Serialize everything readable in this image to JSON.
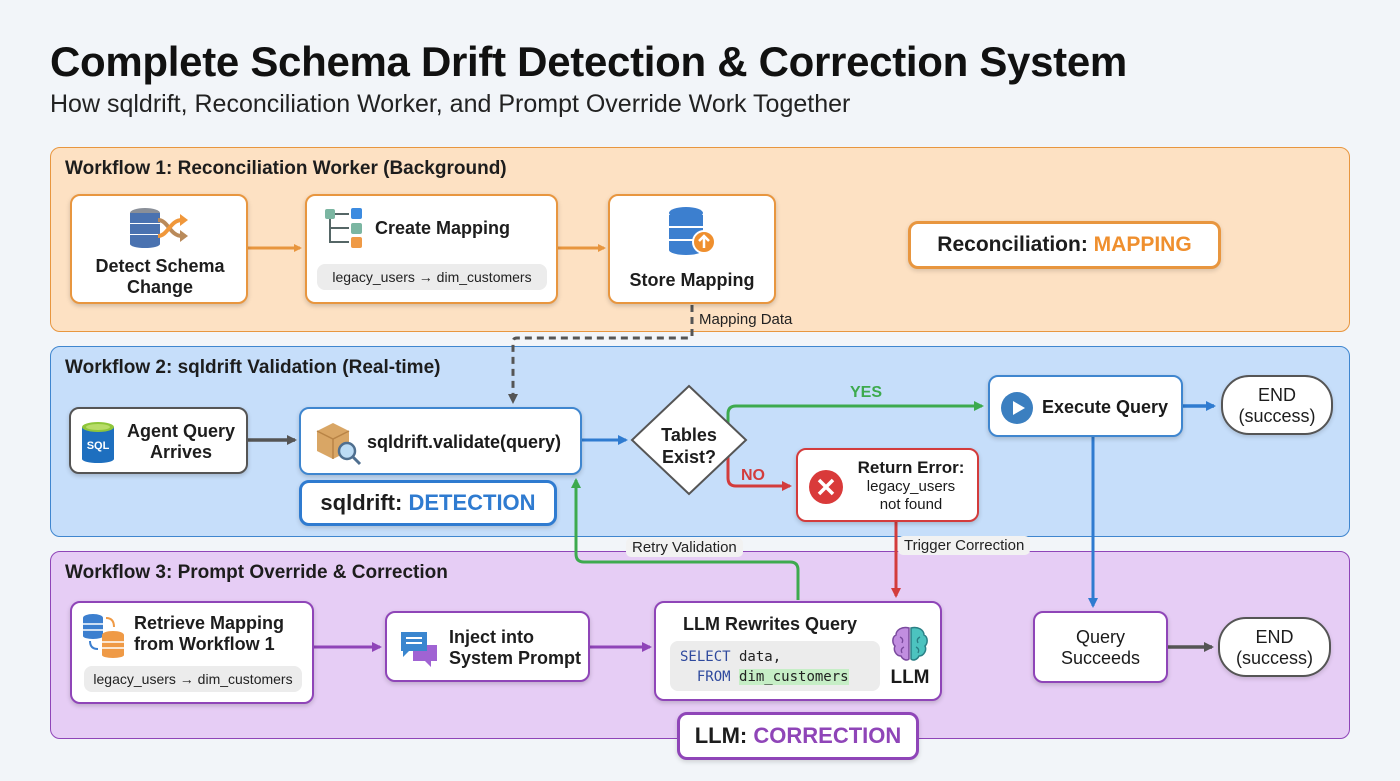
{
  "header": {
    "title": "Complete Schema Drift Detection & Correction System",
    "subtitle": "How sqldrift, Reconciliation Worker, and Prompt Override Work Together"
  },
  "colors": {
    "workflow1": "#e8963f",
    "workflow2": "#3f86cf",
    "workflow3": "#8f45b8",
    "yes": "#3daa4e",
    "no": "#d33c3c",
    "neutral": "#555555"
  },
  "workflow1": {
    "title": "Workflow 1: Reconciliation Worker (Background)",
    "nodes": {
      "detect": {
        "label": "Detect Schema Change",
        "icon": "database-shuffle-icon"
      },
      "create": {
        "label": "Create Mapping",
        "mapping": "legacy_users → dim_customers",
        "icon": "mapping-tree-icon"
      },
      "store": {
        "label": "Store Mapping",
        "icon": "database-upload-icon"
      }
    },
    "badge": {
      "prefix": "Reconciliation:",
      "value": "MAPPING"
    },
    "edge_label": "Mapping Data"
  },
  "workflow2": {
    "title": "Workflow 2: sqldrift Validation (Real-time)",
    "nodes": {
      "agent": {
        "label": "Agent Query Arrives",
        "icon": "sql-database-icon",
        "icon_text": "SQL"
      },
      "validate": {
        "label": "sqldrift.validate(query)",
        "icon": "package-search-icon"
      },
      "decision": {
        "line1": "Tables",
        "line2": "Exist?"
      },
      "execute": {
        "label": "Execute Query",
        "icon": "play-icon"
      },
      "end": {
        "line1": "END",
        "line2": "(success)"
      },
      "error": {
        "title": "Return Error:",
        "line1": "legacy_users",
        "line2": "not found",
        "icon": "error-x-icon"
      }
    },
    "edges": {
      "yes": "YES",
      "no": "NO"
    },
    "badge": {
      "prefix": "sqldrift:",
      "value": "DETECTION"
    }
  },
  "workflow3": {
    "title": "Workflow 3: Prompt Override & Correction",
    "nodes": {
      "retrieve": {
        "line1": "Retrieve Mapping",
        "line2": "from Workflow 1",
        "mapping": "legacy_users → dim_customers",
        "icon": "database-sync-icon"
      },
      "inject": {
        "line1": "Inject into",
        "line2": "System Prompt",
        "icon": "chat-bubbles-icon"
      },
      "llm": {
        "title": "LLM Rewrites Query",
        "code_kw1": "SELECT",
        "code_rest1": " data,",
        "code_kw2": "FROM",
        "code_table": "dim_customers",
        "icon": "brain-icon",
        "icon_label": "LLM"
      },
      "succeeds": {
        "line1": "Query",
        "line2": "Succeeds"
      },
      "end": {
        "line1": "END",
        "line2": "(success)"
      }
    },
    "badge": {
      "prefix": "LLM:",
      "value": "CORRECTION"
    }
  },
  "cross_edges": {
    "retry": "Retry Validation",
    "trigger": "Trigger Correction"
  }
}
